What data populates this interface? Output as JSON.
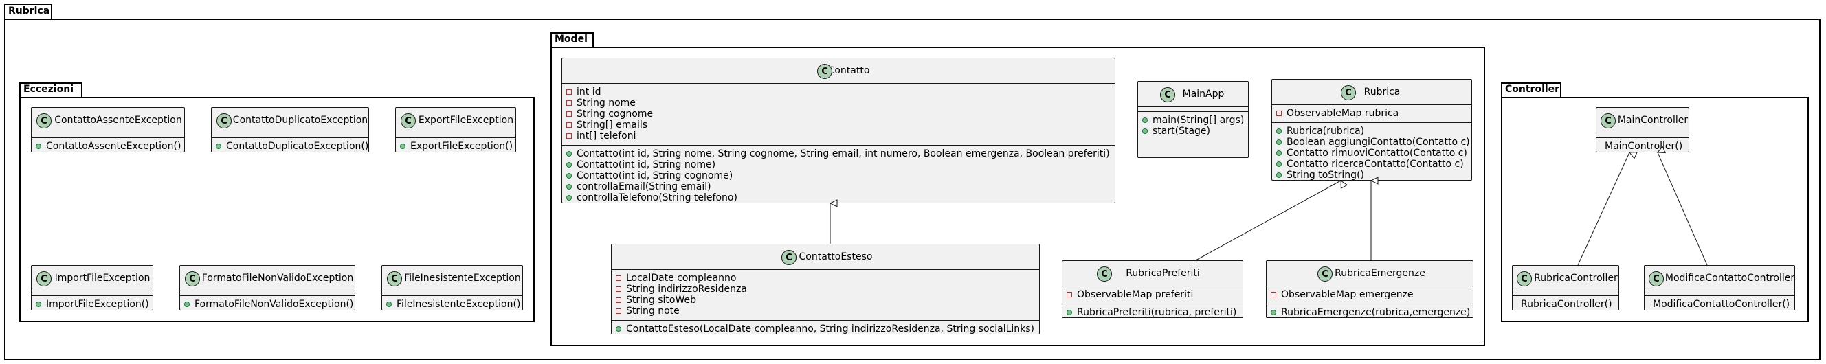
{
  "packages": {
    "rubrica": "Rubrica",
    "eccezioni": "Eccezioni",
    "model": "Model",
    "controller": "Controller"
  },
  "classes": {
    "contatto_assente": {
      "name": "ContattoAssenteException",
      "methods": [
        "ContattoAssenteException()"
      ]
    },
    "contatto_duplicato": {
      "name": "ContattoDuplicatoException",
      "methods": [
        "ContattoDuplicatoException()"
      ]
    },
    "export_file": {
      "name": "ExportFileException",
      "methods": [
        "ExportFileException()"
      ]
    },
    "import_file": {
      "name": "ImportFileException",
      "methods": [
        "ImportFileException()"
      ]
    },
    "formato_file": {
      "name": "FormatoFileNonValidoException",
      "methods": [
        "FormatoFileNonValidoException()"
      ]
    },
    "file_inesistente": {
      "name": "FileInesistenteException",
      "methods": [
        "FileInesistenteException()"
      ]
    },
    "contatto": {
      "name": "Contatto",
      "fields": [
        "int id",
        "String nome",
        "String cognome",
        "String[] emails",
        "int[] telefoni"
      ],
      "methods": [
        "Contatto(int id, String nome, String cognome, String email, int numero, Boolean emergenza, Boolean preferiti)",
        "Contatto(int id, String nome)",
        "Contatto(int id, String cognome)",
        "controllaEmail(String email)",
        "controllaTelefono(String telefono)"
      ]
    },
    "contatto_esteso": {
      "name": "ContattoEsteso",
      "fields": [
        "LocalDate compleanno",
        "String indirizzoResidenza",
        "String sitoWeb",
        "String note"
      ],
      "methods": [
        "ContattoEsteso(LocalDate compleanno, String indirizzoResidenza, String socialLinks)"
      ]
    },
    "main_app": {
      "name": "MainApp",
      "methods": [
        "main(String[] args)",
        "start(Stage)"
      ]
    },
    "rubrica": {
      "name": "Rubrica",
      "fields": [
        "ObservableMap rubrica"
      ],
      "methods": [
        "Rubrica(rubrica)",
        "Boolean aggiungiContatto(Contatto c)",
        "Contatto rimuoviContatto(Contatto c)",
        "Contatto ricercaContatto(Contatto c)",
        "String toString()"
      ]
    },
    "rubrica_preferiti": {
      "name": "RubricaPreferiti",
      "fields": [
        "ObservableMap preferiti"
      ],
      "methods": [
        "RubricaPreferiti(rubrica, preferiti)"
      ]
    },
    "rubrica_emergenze": {
      "name": "RubricaEmergenze",
      "fields": [
        "ObservableMap emergenze"
      ],
      "methods": [
        "RubricaEmergenze(rubrica,emergenze)"
      ]
    },
    "main_controller": {
      "name": "MainController",
      "methods": [
        "MainController()"
      ]
    },
    "rubrica_controller": {
      "name": "RubricaController",
      "methods": [
        "RubricaController()"
      ]
    },
    "modifica_controller": {
      "name": "ModificaContattoController",
      "methods": [
        "ModificaContattoController()"
      ]
    }
  },
  "class_icon_letter": "C",
  "colors": {
    "class_bg": "#f1f1f1",
    "class_icon": "#add1b2",
    "private": "#c82930",
    "public": "#84be84"
  }
}
